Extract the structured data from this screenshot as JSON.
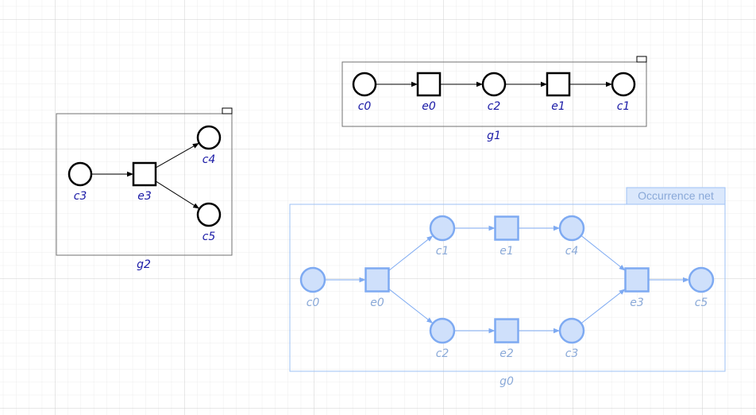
{
  "colors": {
    "grid_minor": "#ececec",
    "grid_major": "#cfcfcf",
    "ink": "#000000",
    "label": "#1a1aa6",
    "frame": "#707070",
    "occ_stroke": "#7eaaf2",
    "occ_fill": "#cfe0fb",
    "occ_label": "#8aa9d8",
    "occ_frame": "#9cc0f5"
  },
  "groups": {
    "g1": {
      "label": "g1",
      "nodes": [
        {
          "id": "c0",
          "kind": "condition",
          "label": "c0"
        },
        {
          "id": "e0",
          "kind": "event",
          "label": "e0"
        },
        {
          "id": "c2",
          "kind": "condition",
          "label": "c2"
        },
        {
          "id": "e1",
          "kind": "event",
          "label": "e1"
        },
        {
          "id": "c1",
          "kind": "condition",
          "label": "c1"
        }
      ],
      "edges": [
        [
          "c0",
          "e0"
        ],
        [
          "e0",
          "c2"
        ],
        [
          "c2",
          "e1"
        ],
        [
          "e1",
          "c1"
        ]
      ]
    },
    "g2": {
      "label": "g2",
      "nodes": [
        {
          "id": "c3",
          "kind": "condition",
          "label": "c3"
        },
        {
          "id": "e3",
          "kind": "event",
          "label": "e3"
        },
        {
          "id": "c4",
          "kind": "condition",
          "label": "c4"
        },
        {
          "id": "c5",
          "kind": "condition",
          "label": "c5"
        }
      ],
      "edges": [
        [
          "c3",
          "e3"
        ],
        [
          "e3",
          "c4"
        ],
        [
          "e3",
          "c5"
        ]
      ]
    },
    "g0": {
      "label": "g0",
      "title": "Occurrence net",
      "nodes": [
        {
          "id": "c0",
          "kind": "condition",
          "label": "c0"
        },
        {
          "id": "e0",
          "kind": "event",
          "label": "e0"
        },
        {
          "id": "c1",
          "kind": "condition",
          "label": "c1"
        },
        {
          "id": "e1",
          "kind": "event",
          "label": "e1"
        },
        {
          "id": "c4",
          "kind": "condition",
          "label": "c4"
        },
        {
          "id": "c2",
          "kind": "condition",
          "label": "c2"
        },
        {
          "id": "e2",
          "kind": "event",
          "label": "e2"
        },
        {
          "id": "c3",
          "kind": "condition",
          "label": "c3"
        },
        {
          "id": "e3",
          "kind": "event",
          "label": "e3"
        },
        {
          "id": "c5",
          "kind": "condition",
          "label": "c5"
        }
      ],
      "edges": [
        [
          "c0",
          "e0"
        ],
        [
          "e0",
          "c1"
        ],
        [
          "e0",
          "c2"
        ],
        [
          "c1",
          "e1"
        ],
        [
          "e1",
          "c4"
        ],
        [
          "c2",
          "e2"
        ],
        [
          "e2",
          "c3"
        ],
        [
          "c4",
          "e3"
        ],
        [
          "c3",
          "e3"
        ],
        [
          "e3",
          "c5"
        ]
      ]
    }
  }
}
